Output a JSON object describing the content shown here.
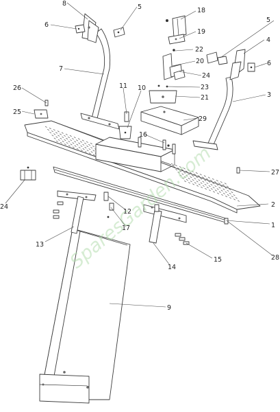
{
  "watermark": "SparesGarden.com",
  "colors": {
    "line": "#3a3a3a",
    "watermark": "#b5dcae",
    "background": "#ffffff"
  },
  "callouts": [
    {
      "id": "c1",
      "text": "1"
    },
    {
      "id": "c2",
      "text": "2"
    },
    {
      "id": "c3",
      "text": "3"
    },
    {
      "id": "c4",
      "text": "4"
    },
    {
      "id": "c5a",
      "text": "5"
    },
    {
      "id": "c5b",
      "text": "5"
    },
    {
      "id": "c6a",
      "text": "6"
    },
    {
      "id": "c6b",
      "text": "6"
    },
    {
      "id": "c7",
      "text": "7"
    },
    {
      "id": "c8",
      "text": "8"
    },
    {
      "id": "c9",
      "text": "9"
    },
    {
      "id": "c10",
      "text": "10"
    },
    {
      "id": "c11",
      "text": "11"
    },
    {
      "id": "c12",
      "text": "12"
    },
    {
      "id": "c13",
      "text": "13"
    },
    {
      "id": "c14",
      "text": "14"
    },
    {
      "id": "c15",
      "text": "15"
    },
    {
      "id": "c16",
      "text": "16"
    },
    {
      "id": "c17",
      "text": "17"
    },
    {
      "id": "c18",
      "text": "18"
    },
    {
      "id": "c19",
      "text": "19"
    },
    {
      "id": "c20",
      "text": "20"
    },
    {
      "id": "c21",
      "text": "21"
    },
    {
      "id": "c22",
      "text": "22"
    },
    {
      "id": "c23",
      "text": "23"
    },
    {
      "id": "c24a",
      "text": "24"
    },
    {
      "id": "c24b",
      "text": "24"
    },
    {
      "id": "c25",
      "text": "25"
    },
    {
      "id": "c26",
      "text": "26"
    },
    {
      "id": "c27",
      "text": "27"
    },
    {
      "id": "c28",
      "text": "28"
    },
    {
      "id": "c29",
      "text": "29"
    }
  ]
}
